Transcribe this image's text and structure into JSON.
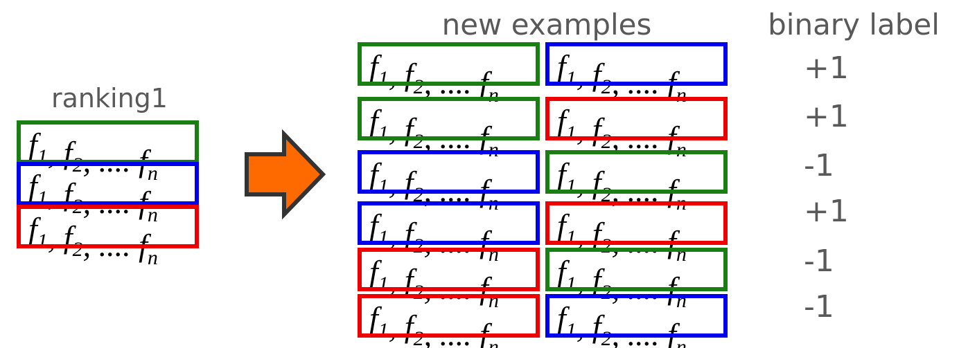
{
  "ranking": {
    "title": "ranking1",
    "items": [
      {
        "color": "#1a7f12"
      },
      {
        "color": "#0000ee"
      },
      {
        "color": "#ee0000"
      }
    ]
  },
  "feature_text": {
    "f": "f",
    "sub1": "1",
    "sub2": "2",
    "subn": "n",
    "comma": ",",
    "dots": "...."
  },
  "arrow": {
    "fill": "#ff6a00",
    "stroke": "#333333"
  },
  "new_examples": {
    "title": "new examples",
    "pairs": [
      {
        "left": "#1a7f12",
        "right": "#0000ee"
      },
      {
        "left": "#1a7f12",
        "right": "#ee0000"
      },
      {
        "left": "#0000ee",
        "right": "#1a7f12"
      },
      {
        "left": "#0000ee",
        "right": "#ee0000"
      },
      {
        "left": "#ee0000",
        "right": "#1a7f12"
      },
      {
        "left": "#ee0000",
        "right": "#0000ee"
      }
    ]
  },
  "binary_label": {
    "title": "binary label",
    "values": [
      "+1",
      "+1",
      "-1",
      "+1",
      "-1",
      "-1"
    ]
  }
}
